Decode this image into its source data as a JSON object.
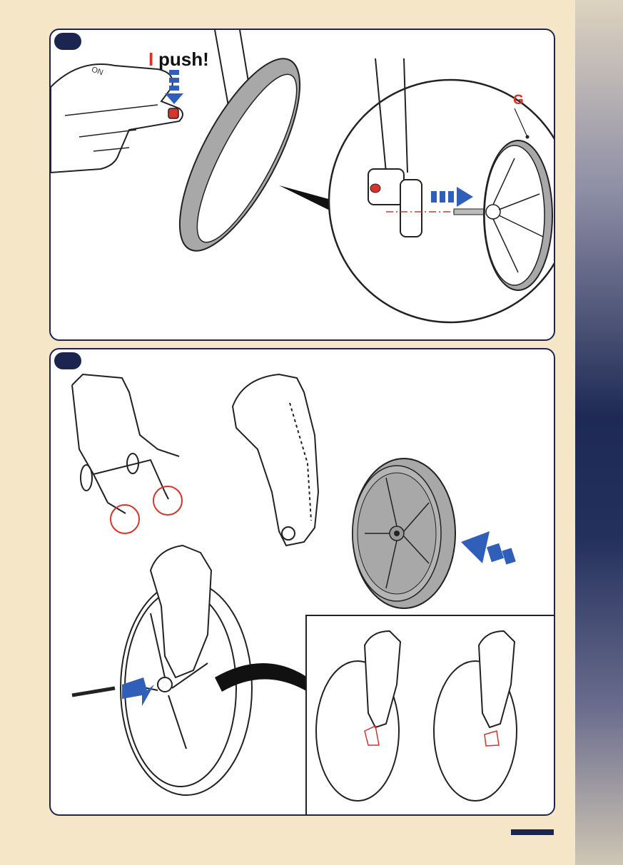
{
  "panel_1": {
    "indicator_label": "I",
    "action_label": "push!",
    "part_label": "G",
    "switch_label": "ON"
  },
  "colors": {
    "background": "#f5e6c8",
    "panel_border": "#1b2550",
    "arrow_blue": "#2f5fb8",
    "highlight_red": "#d8342b",
    "tire_gray": "#a8a8a8"
  },
  "icons": [
    "push-arrow-icon",
    "insert-arrow-icon",
    "highlight-circle-icon"
  ]
}
